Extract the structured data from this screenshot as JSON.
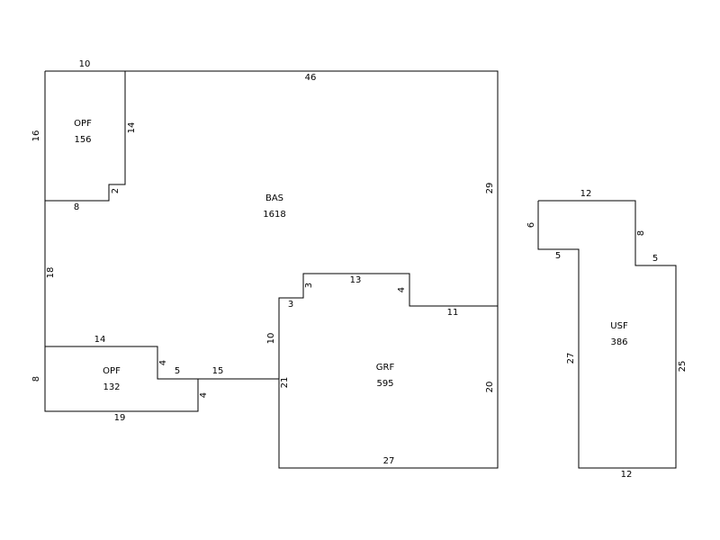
{
  "areas": {
    "bas": {
      "code": "BAS",
      "sqft": "1618"
    },
    "opf_top": {
      "code": "OPF",
      "sqft": "156"
    },
    "opf_bottom": {
      "code": "OPF",
      "sqft": "132"
    },
    "grf": {
      "code": "GRF",
      "sqft": "595"
    },
    "usf": {
      "code": "USF",
      "sqft": "386"
    }
  },
  "dims": {
    "d10": "10",
    "d46": "46",
    "d16": "16",
    "d14": "14",
    "d2": "2",
    "d8": "8",
    "d29": "29",
    "d18": "18",
    "d13": "13",
    "d3v": "3",
    "d4v": "4",
    "d3h": "3",
    "d11": "11",
    "d10v": "10",
    "d14h": "14",
    "d4s": "4",
    "d5": "5",
    "d15": "15",
    "d8v": "8",
    "d4b": "4",
    "d21": "21",
    "d20": "20",
    "d19": "19",
    "d27": "27",
    "usf12t": "12",
    "usf6": "6",
    "usf8": "8",
    "usf5a": "5",
    "usf5b": "5",
    "usf27": "27",
    "usf25": "25",
    "usf12b": "12"
  }
}
